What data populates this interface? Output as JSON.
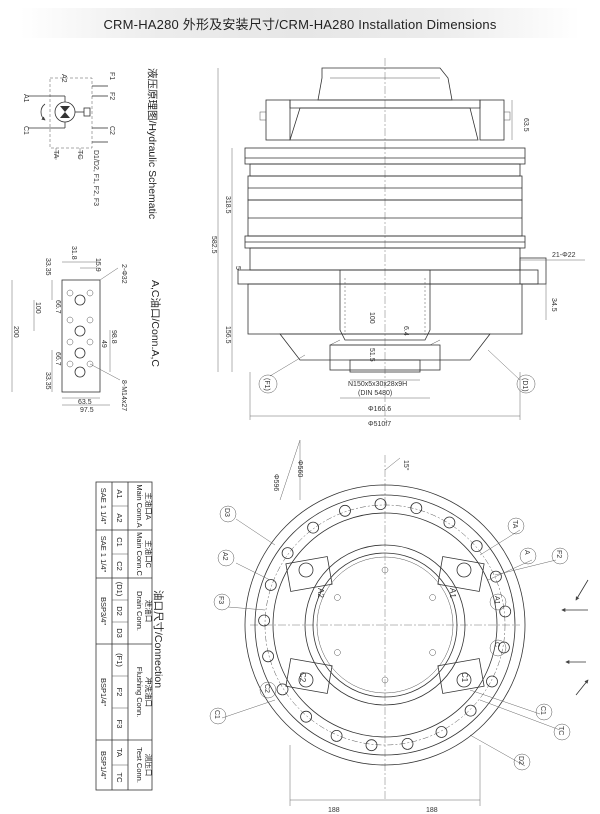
{
  "title": "CRM-HA280 外形及安装尺寸/CRM-HA280  Installation Dimensions",
  "schematic": {
    "label": "液压原理图/Hydraulic Schematic",
    "ports": [
      "A1",
      "A2",
      "C1",
      "C2",
      "F1",
      "F2",
      "TA",
      "TC",
      "D1/D2, F1, F2, F3"
    ]
  },
  "port_view": {
    "label": "A,C油口/Conn.A,C",
    "dims": [
      "31.8",
      "15.9",
      "33.35",
      "2-Φ32",
      "66.7",
      "100",
      "200",
      "98.8",
      "49",
      "66.7",
      "8-M14x27",
      "63.5",
      "97.5",
      "33.35"
    ]
  },
  "side_view": {
    "dims": [
      "63.5",
      "318.5",
      "582.5",
      "21-Φ22",
      "34.5",
      "5",
      "100",
      "6.4",
      "156.5",
      "51.5",
      "N150x5x30x28x9H",
      "(DIN 5480)",
      "Φ160.6",
      "Φ510f7"
    ],
    "ports": [
      "(F1)",
      "(D1)"
    ]
  },
  "front_view": {
    "dims": [
      "Φ596",
      "Φ560",
      "15°",
      "188",
      "188"
    ],
    "ports": [
      "D3",
      "TA",
      "A2",
      "F2",
      "A",
      "F3",
      "A1",
      "C",
      "C2",
      "C1",
      "TC",
      "C1",
      "D2"
    ],
    "labels": [
      "A2",
      "A1",
      "C2",
      "C1"
    ]
  },
  "connection_table": {
    "label": "油口尺寸/Connection",
    "groups": [
      {
        "cn": "主油口A",
        "en": "Main Conn.A",
        "ports": [
          "A1",
          "A2"
        ],
        "size": "SAE 1 1/4\""
      },
      {
        "cn": "主油口C",
        "en": "Main Conn.C",
        "ports": [
          "C1",
          "C2"
        ],
        "size": "SAE 1 1/4\""
      },
      {
        "cn": "泄油口",
        "en": "Drain Conn.",
        "ports": [
          "(D1)",
          "D2",
          "D3"
        ],
        "size": "BSP3/4\""
      },
      {
        "cn": "冲洗油口",
        "en": "Flushing Conn.",
        "ports": [
          "(F1)",
          "F2",
          "F3"
        ],
        "size": "BSP1/4\""
      },
      {
        "cn": "测压口",
        "en": "Test Conn.",
        "ports": [
          "TA",
          "TC"
        ],
        "size": "BSP1/4\""
      }
    ]
  }
}
